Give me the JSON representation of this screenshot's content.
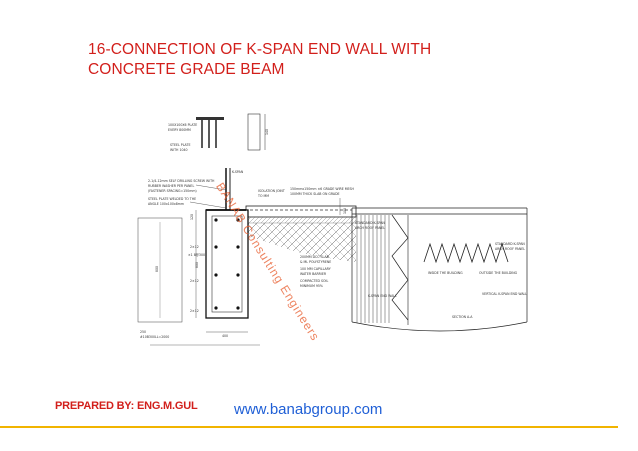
{
  "slide": {
    "title_line1": "16-CONNECTION OF K-SPAN END WALL WITH",
    "title_line2": "CONCRETE GRADE BEAM",
    "prepared_by": "PREPARED BY: ENG.M.GUL",
    "website": "www.banabgroup.com",
    "watermark": "BANAB Consulting Engineers"
  },
  "drawing": {
    "dim_top_right": "140",
    "plate_note_1": "100X100X6 PLATE",
    "plate_note_2": "EVERY 800MM",
    "steel_plate_note_1": "STEEL PLATE",
    "steel_plate_note_2": "WITH 1040",
    "screw_note_1": "2-1/4-12mm SELF DRILLING SCREW WITH",
    "screw_note_2": "RUBBER WASHER PER PANEL",
    "screw_note_3": "(FASTENER SPACING=150mm)",
    "kspan_label": "K-SPAN",
    "welded_plate_1": "STEEL PLATE WELDED TO THE",
    "welded_plate_2": "ANGLE 100x100x8mm",
    "isolation_1": "ISOLATION JOINT",
    "isolation_2": "TO MM",
    "mesh_note_1": "150mmx150mm ×6 GRADE WIRE MESH",
    "mesh_note_2": "100MM THICK SLAB ON GRADE",
    "dim_120": "120",
    "dim_100": "100",
    "bar_label": "2×12",
    "stirrup_label": "×1 8@300",
    "dim_800": "800",
    "dim_250": "250",
    "dim_400": "400",
    "bottom_note": "#10B300LL=2000",
    "slab_note_1": "200MM DCC SLAB",
    "slab_note_2": "& ML POLYSTYRENE",
    "slab_note_3": "100 MM CAPILLARY",
    "slab_note_4": "WATER BARRIER",
    "slab_note_5": "COMPACTED SOIL",
    "slab_note_6": "MINIMUM 95%",
    "kspan_roof_1": "STANDARD K-SPAN",
    "kspan_roof_2": "ARCH ROOF PANEL",
    "end_wall_label": "K-SPAN END WALL",
    "standard_right_1": "STANDARD K-SPAN",
    "standard_right_2": "ARCH ROOF PANEL",
    "inside_building": "INSIDE THE BUILDING",
    "outside_building": "OUTSIDE THE BUILDING",
    "vertical_wall": "VERTICAL K-SPAN END WALL",
    "section_label": "SECTION A-A"
  },
  "colors": {
    "title": "#d21f1b",
    "website": "#1f5fd6",
    "accent_bar": "#f1b400",
    "watermark": "#e85a2a"
  }
}
